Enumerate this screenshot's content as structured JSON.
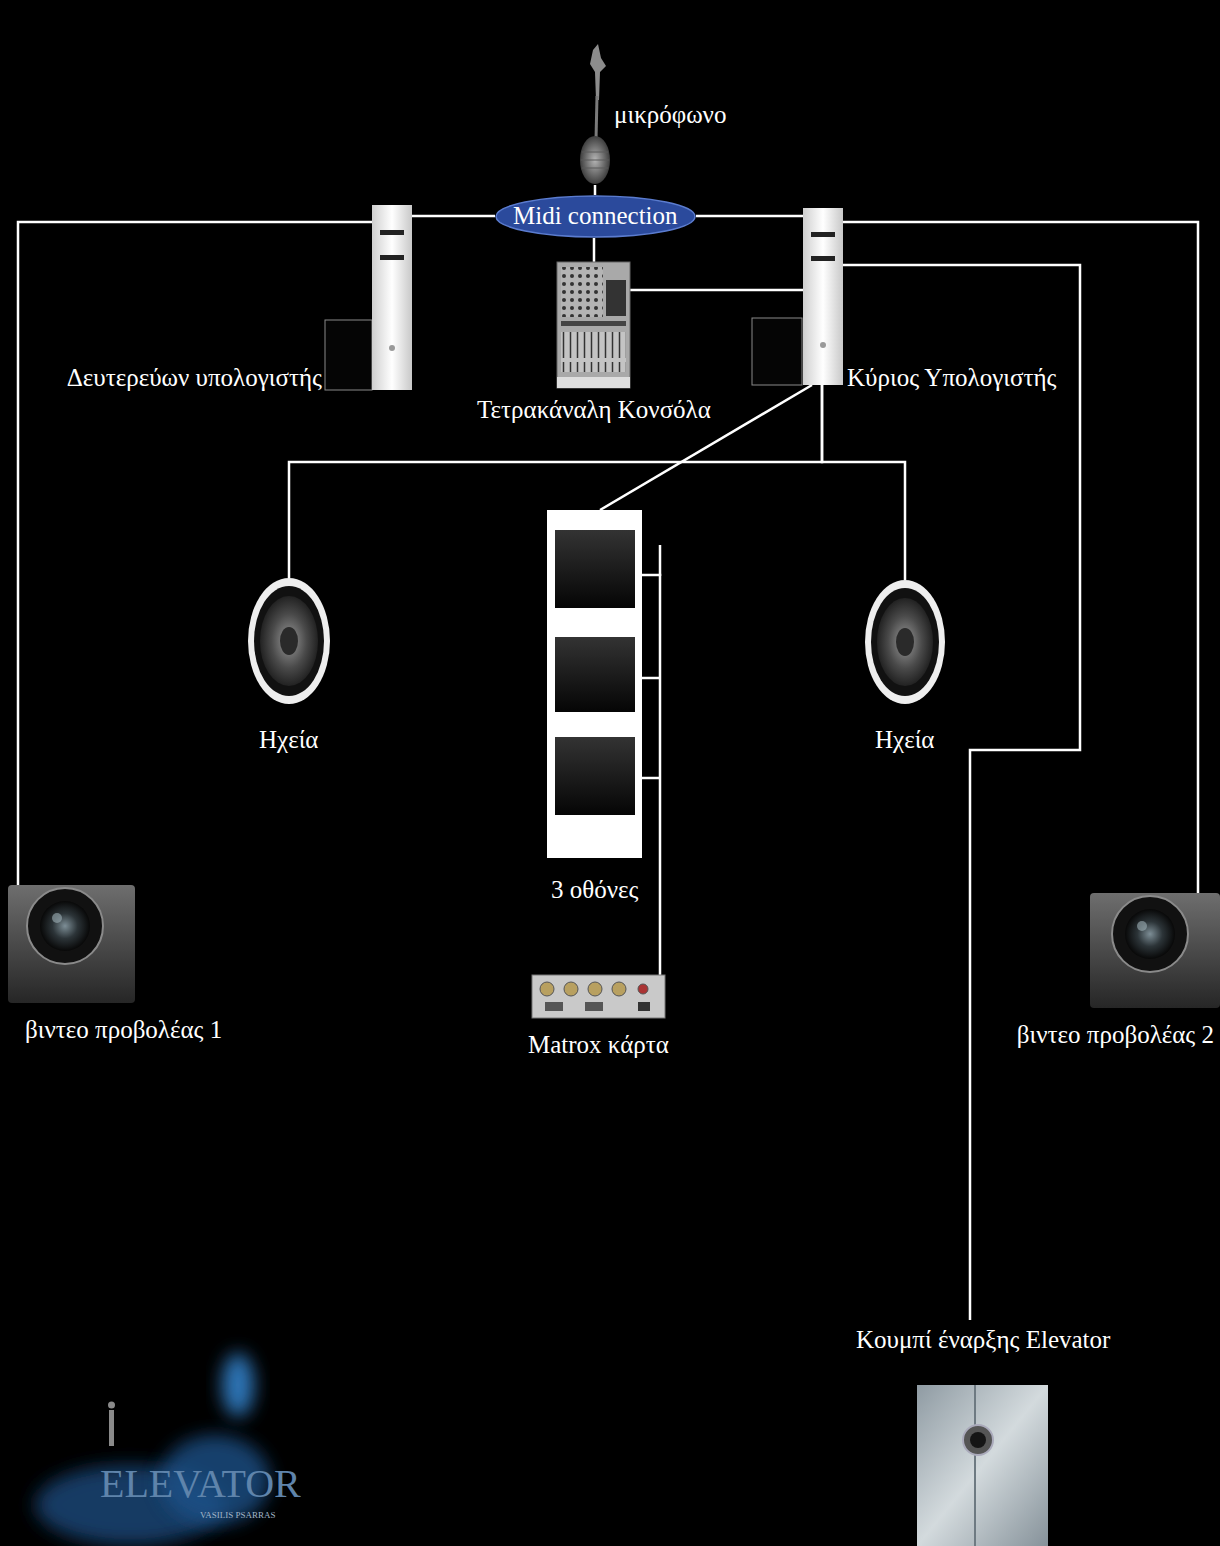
{
  "diagram": {
    "nodes": [
      {
        "text": [
          "μικρόφωνο"
        ]
      },
      {
        "text": [
          "Midi connection"
        ]
      },
      {
        "text": [
          "Δευτερεύων υπολογιστής"
        ]
      },
      {
        "text": [
          "Τετρακάναλη Κονσόλα"
        ]
      },
      {
        "text": [
          "Κύριος Υπολογιστής"
        ]
      },
      {
        "text": [
          "Ηχεία"
        ]
      },
      {
        "text": [
          "3 οθόνες"
        ]
      },
      {
        "text": [
          "Ηχεία"
        ]
      },
      {
        "text": [
          "βιντεο προβολέας 1"
        ]
      },
      {
        "text": [
          "Matrox κάρτα"
        ]
      },
      {
        "text": [
          "βιντεο προβολέας 2"
        ]
      },
      {
        "text": [
          "Κουμπί έναρξης Elevator"
        ]
      }
    ],
    "edges": [
      {
        "from": 0,
        "to": 1,
        "arrow": "none"
      },
      {
        "from": 1,
        "to": 3,
        "arrow": "none"
      },
      {
        "from": 2,
        "to": 1,
        "arrow": "none"
      },
      {
        "from": 1,
        "to": 4,
        "arrow": "none"
      },
      {
        "from": 3,
        "to": 4,
        "arrow": "none"
      },
      {
        "from": 2,
        "to": 8,
        "arrow": "none"
      },
      {
        "from": 4,
        "to": 10,
        "arrow": "none"
      },
      {
        "from": 4,
        "to": 6,
        "arrow": "none"
      },
      {
        "from": 4,
        "to": 5,
        "arrow": "none"
      },
      {
        "from": 4,
        "to": 7,
        "arrow": "none"
      },
      {
        "from": 4,
        "to": 11,
        "arrow": "none"
      },
      {
        "from": 6,
        "to": 9,
        "arrow": "none"
      }
    ],
    "labels": [
      "ELEVATOR",
      "VASILIS PSARRAS"
    ]
  }
}
